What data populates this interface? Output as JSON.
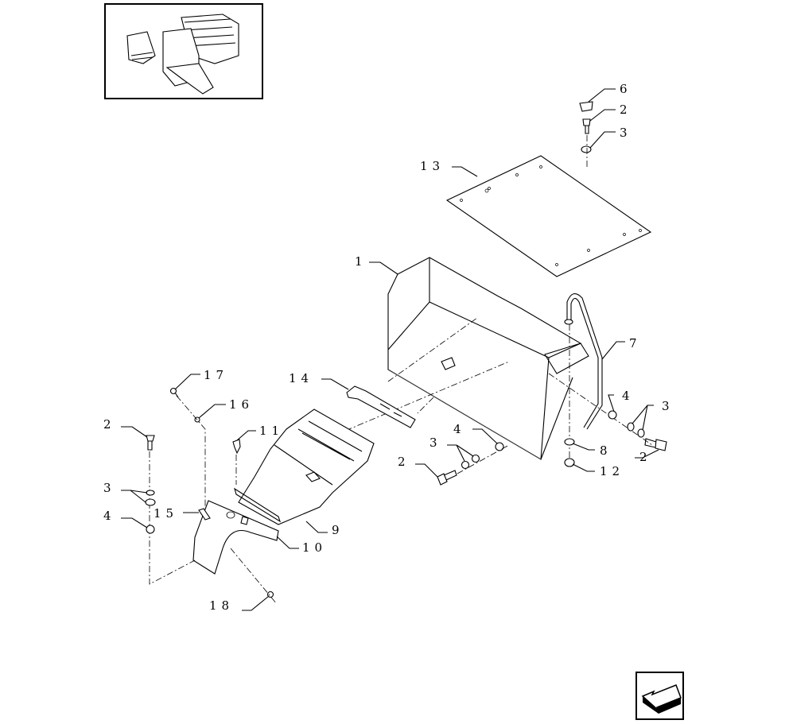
{
  "diagram": {
    "type": "exploded-parts-view",
    "callouts": {
      "c6": "6",
      "c2_top": "2",
      "c3_top": "3",
      "c13": "13",
      "c1": "1",
      "c7": "7",
      "c4_right": "4",
      "c3_right": "3",
      "c8": "8",
      "c2_right": "2",
      "c12": "12",
      "c14": "14",
      "c17": "17",
      "c16": "16",
      "c11": "11",
      "c2_left": "2",
      "c3_left": "3",
      "c4_left": "4",
      "c15": "15",
      "c9": "9",
      "c10": "10",
      "c18": "18",
      "c4_mid": "4",
      "c3_mid": "3",
      "c2_mid": "2"
    },
    "thumbnail": "machine-overview-locator",
    "nav_icon": "previous-page-arrow-icon"
  }
}
